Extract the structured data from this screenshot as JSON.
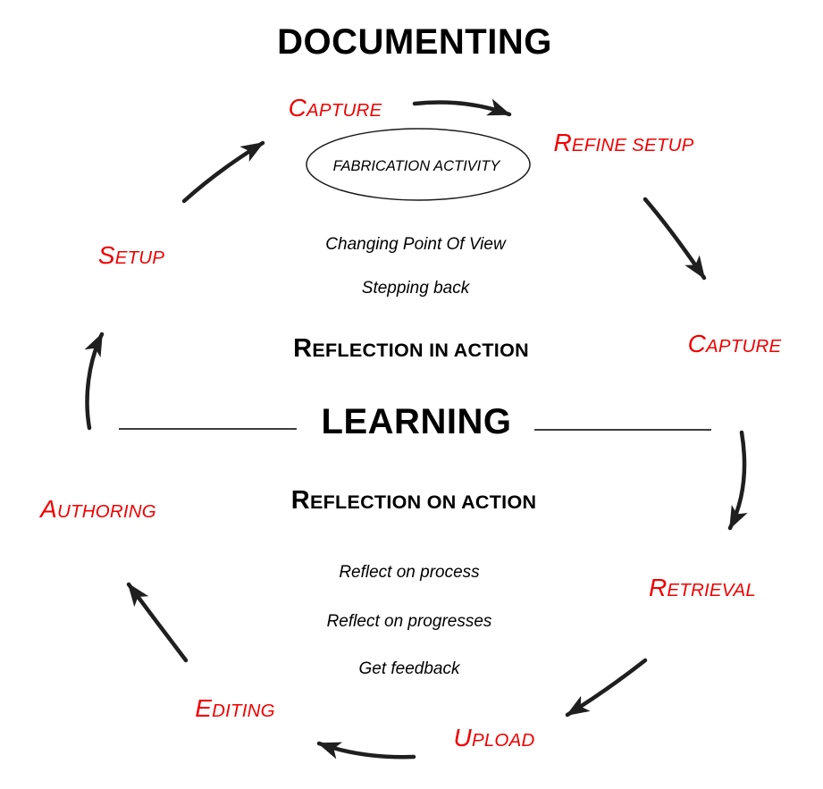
{
  "title": "DOCUMENTING",
  "learning_label": "LEARNING",
  "ellipse_label": "FABRICATION ACTIVITY",
  "reflection_in_action": "Reflection in action",
  "reflection_on_action": "Reflection on action",
  "notes_top": [
    "Changing Point Of View",
    "Stepping back"
  ],
  "notes_bottom": [
    "Reflect on process",
    "Reflect on progresses",
    "Get feedback"
  ],
  "cycle_steps": [
    {
      "label": "Capture",
      "position": "top"
    },
    {
      "label": "Refine setup",
      "position": "top-right"
    },
    {
      "label": "Capture",
      "position": "right"
    },
    {
      "label": "Retrieval",
      "position": "bottom-right"
    },
    {
      "label": "Upload",
      "position": "bottom"
    },
    {
      "label": "Editing",
      "position": "bottom-left"
    },
    {
      "label": "Authoring",
      "position": "left"
    },
    {
      "label": "Setup",
      "position": "top-left"
    }
  ],
  "colors": {
    "step_label": "#f10000",
    "text": "#000000",
    "arrow": "#1f1f1f",
    "divider_line": "#3c3c3c",
    "background": "#ffffff"
  }
}
